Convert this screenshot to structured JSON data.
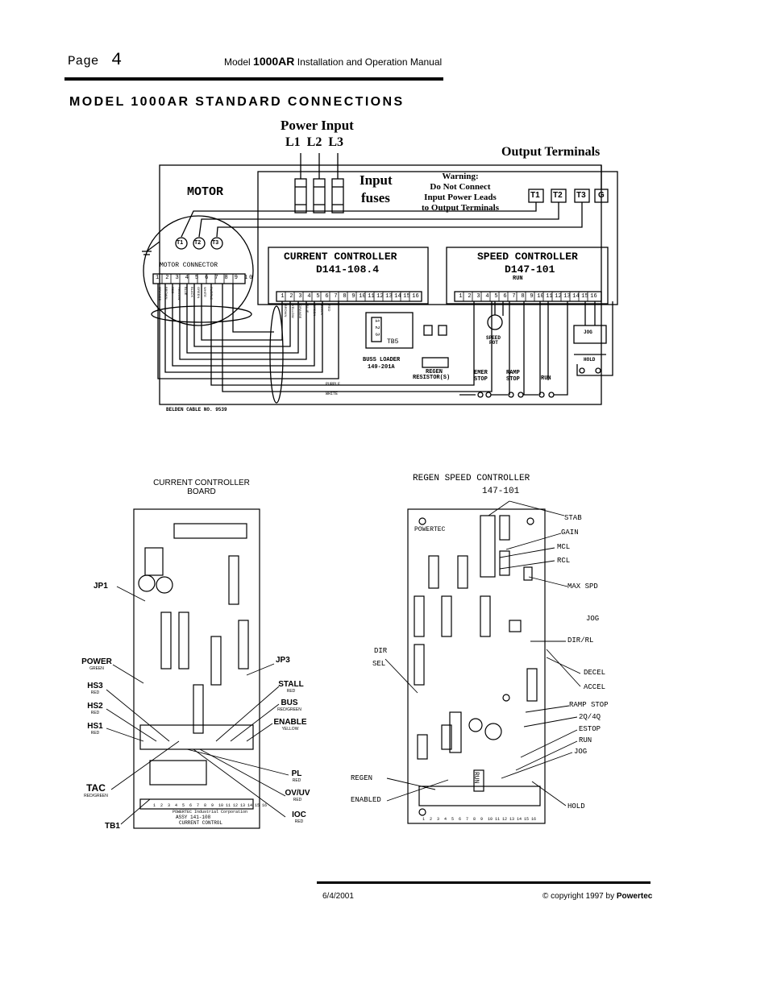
{
  "header": {
    "page_word": "Page",
    "page_number": "4",
    "model_prefix": "Model",
    "model_name": "1000AR",
    "manual_title": "Installation and Operation Manual"
  },
  "section_title": "MODEL 1000AR STANDARD CONNECTIONS",
  "wiring": {
    "power_input_title": "Power Input",
    "power_lines": "L1  L2  L3",
    "output_terminals_title": "Output Terminals",
    "input_fuses_line1": "Input",
    "input_fuses_line2": "fuses",
    "warning": [
      "Warning:",
      "Do Not Connect",
      "Input Power Leads",
      "to Output Terminals"
    ],
    "output_terminals": [
      "T1",
      "T2",
      "T3",
      "G"
    ],
    "motor_label": "MOTOR",
    "motor_terminals": [
      "T1",
      "T2",
      "T3"
    ],
    "motor_connector_label": "MOTOR CONNECTOR",
    "motor_connector_pins": [
      "1",
      "2",
      "3",
      "4",
      "5",
      "6",
      "7",
      "8",
      "9",
      "10"
    ],
    "motor_wire_colors": [
      "ORANGE",
      "BROWN",
      "RED",
      "YELLOW",
      "BLUE",
      "BLACK",
      "GREEN",
      "WHITE",
      "PURPLE"
    ],
    "current_controller_title": "CURRENT CONTROLLER",
    "current_controller_part": "D141-108.4",
    "current_controller_pins": [
      "1",
      "2",
      "3",
      "4",
      "5",
      "6",
      "7",
      "8",
      "9",
      "10",
      "11",
      "12",
      "13",
      "14",
      "15",
      "16"
    ],
    "current_wire_colors": [
      "BROWN",
      "YELLOW",
      "ORANGE",
      "BLUE",
      "GREEN",
      "BLACK",
      "RED"
    ],
    "speed_controller_title": "SPEED CONTROLLER",
    "speed_controller_part": "D147-101",
    "speed_controller_pins": [
      "1",
      "2",
      "3",
      "4",
      "5",
      "6",
      "7",
      "8",
      "9",
      "10",
      "11",
      "12",
      "13",
      "14",
      "15",
      "16"
    ],
    "run_label": "RUN",
    "tb5_label": "TB5",
    "tb5_pins": "1 2 3",
    "buss_loader_label": "BUSS LOADER",
    "buss_loader_part": "149-201A",
    "regen_resistor_label": "REGEN",
    "regen_resistor_label2": "RESISTOR(S)",
    "speed_pot_label": "SPEED",
    "speed_pot_label2": "POT",
    "emer_stop_label": "EMER",
    "emer_stop_label2": "STOP",
    "ramp_stop_label": "RAMP",
    "ramp_stop_label2": "STOP",
    "run_button_label": "RUN",
    "jog_label": "JOG",
    "hold_label": "HOLD",
    "purple_wire": "PURPLE",
    "white_wire": "WHITE",
    "belden_cable": "BELDEN CABLE NO. 9539"
  },
  "current_board": {
    "title_line1": "CURRENT CONTROLLER",
    "title_line2": "BOARD",
    "left_labels": [
      {
        "name": "JP1",
        "sub": ""
      },
      {
        "name": "POWER",
        "sub": "GREEN"
      },
      {
        "name": "HS3",
        "sub": "RED"
      },
      {
        "name": "HS2",
        "sub": "RED"
      },
      {
        "name": "HS1",
        "sub": "RED"
      },
      {
        "name": "TAC",
        "sub": "RED/GREEN"
      },
      {
        "name": "TB1",
        "sub": ""
      }
    ],
    "right_labels": [
      {
        "name": "JP3",
        "sub": ""
      },
      {
        "name": "STALL",
        "sub": "RED"
      },
      {
        "name": "BUS",
        "sub": "RED/GREEN"
      },
      {
        "name": "ENABLE",
        "sub": "YELLOW"
      },
      {
        "name": "PL",
        "sub": "RED"
      },
      {
        "name": "OV/UV",
        "sub": "RED"
      },
      {
        "name": "IOC",
        "sub": "RED"
      }
    ],
    "tb_numbers": "1  2  3  4  5  6  7  8  9  10 11 12 13 14 15 16",
    "maker": "POWERTEC Industrial Corporation",
    "assy": "ASSY 141-108",
    "board_name": "CURRENT CONTROL"
  },
  "speed_board": {
    "title_line1": "REGEN SPEED CONTROLLER",
    "title_line2": "147-101",
    "brand": "POWERTEC",
    "right_labels": [
      "STAB",
      "GAIN",
      "MCL",
      "RCL",
      "MAX SPD",
      "JOG",
      "DIR/RL",
      "DECEL",
      "ACCEL",
      "RAMP STOP",
      "2Q/4Q",
      "ESTOP",
      "RUN",
      "JOG",
      "HOLD"
    ],
    "left_labels": [
      "DIR",
      "SEL",
      "REGEN",
      "ENABLED"
    ],
    "tb_numbers": "1  2  3  4  5  6  7  8  9  10 11 12 13 14 15 16",
    "run_marking": "RUN",
    "jog_marking": "JOG"
  },
  "footer": {
    "date": "6/4/2001",
    "copyright": "© copyright 1997 by",
    "company": "Powertec"
  }
}
